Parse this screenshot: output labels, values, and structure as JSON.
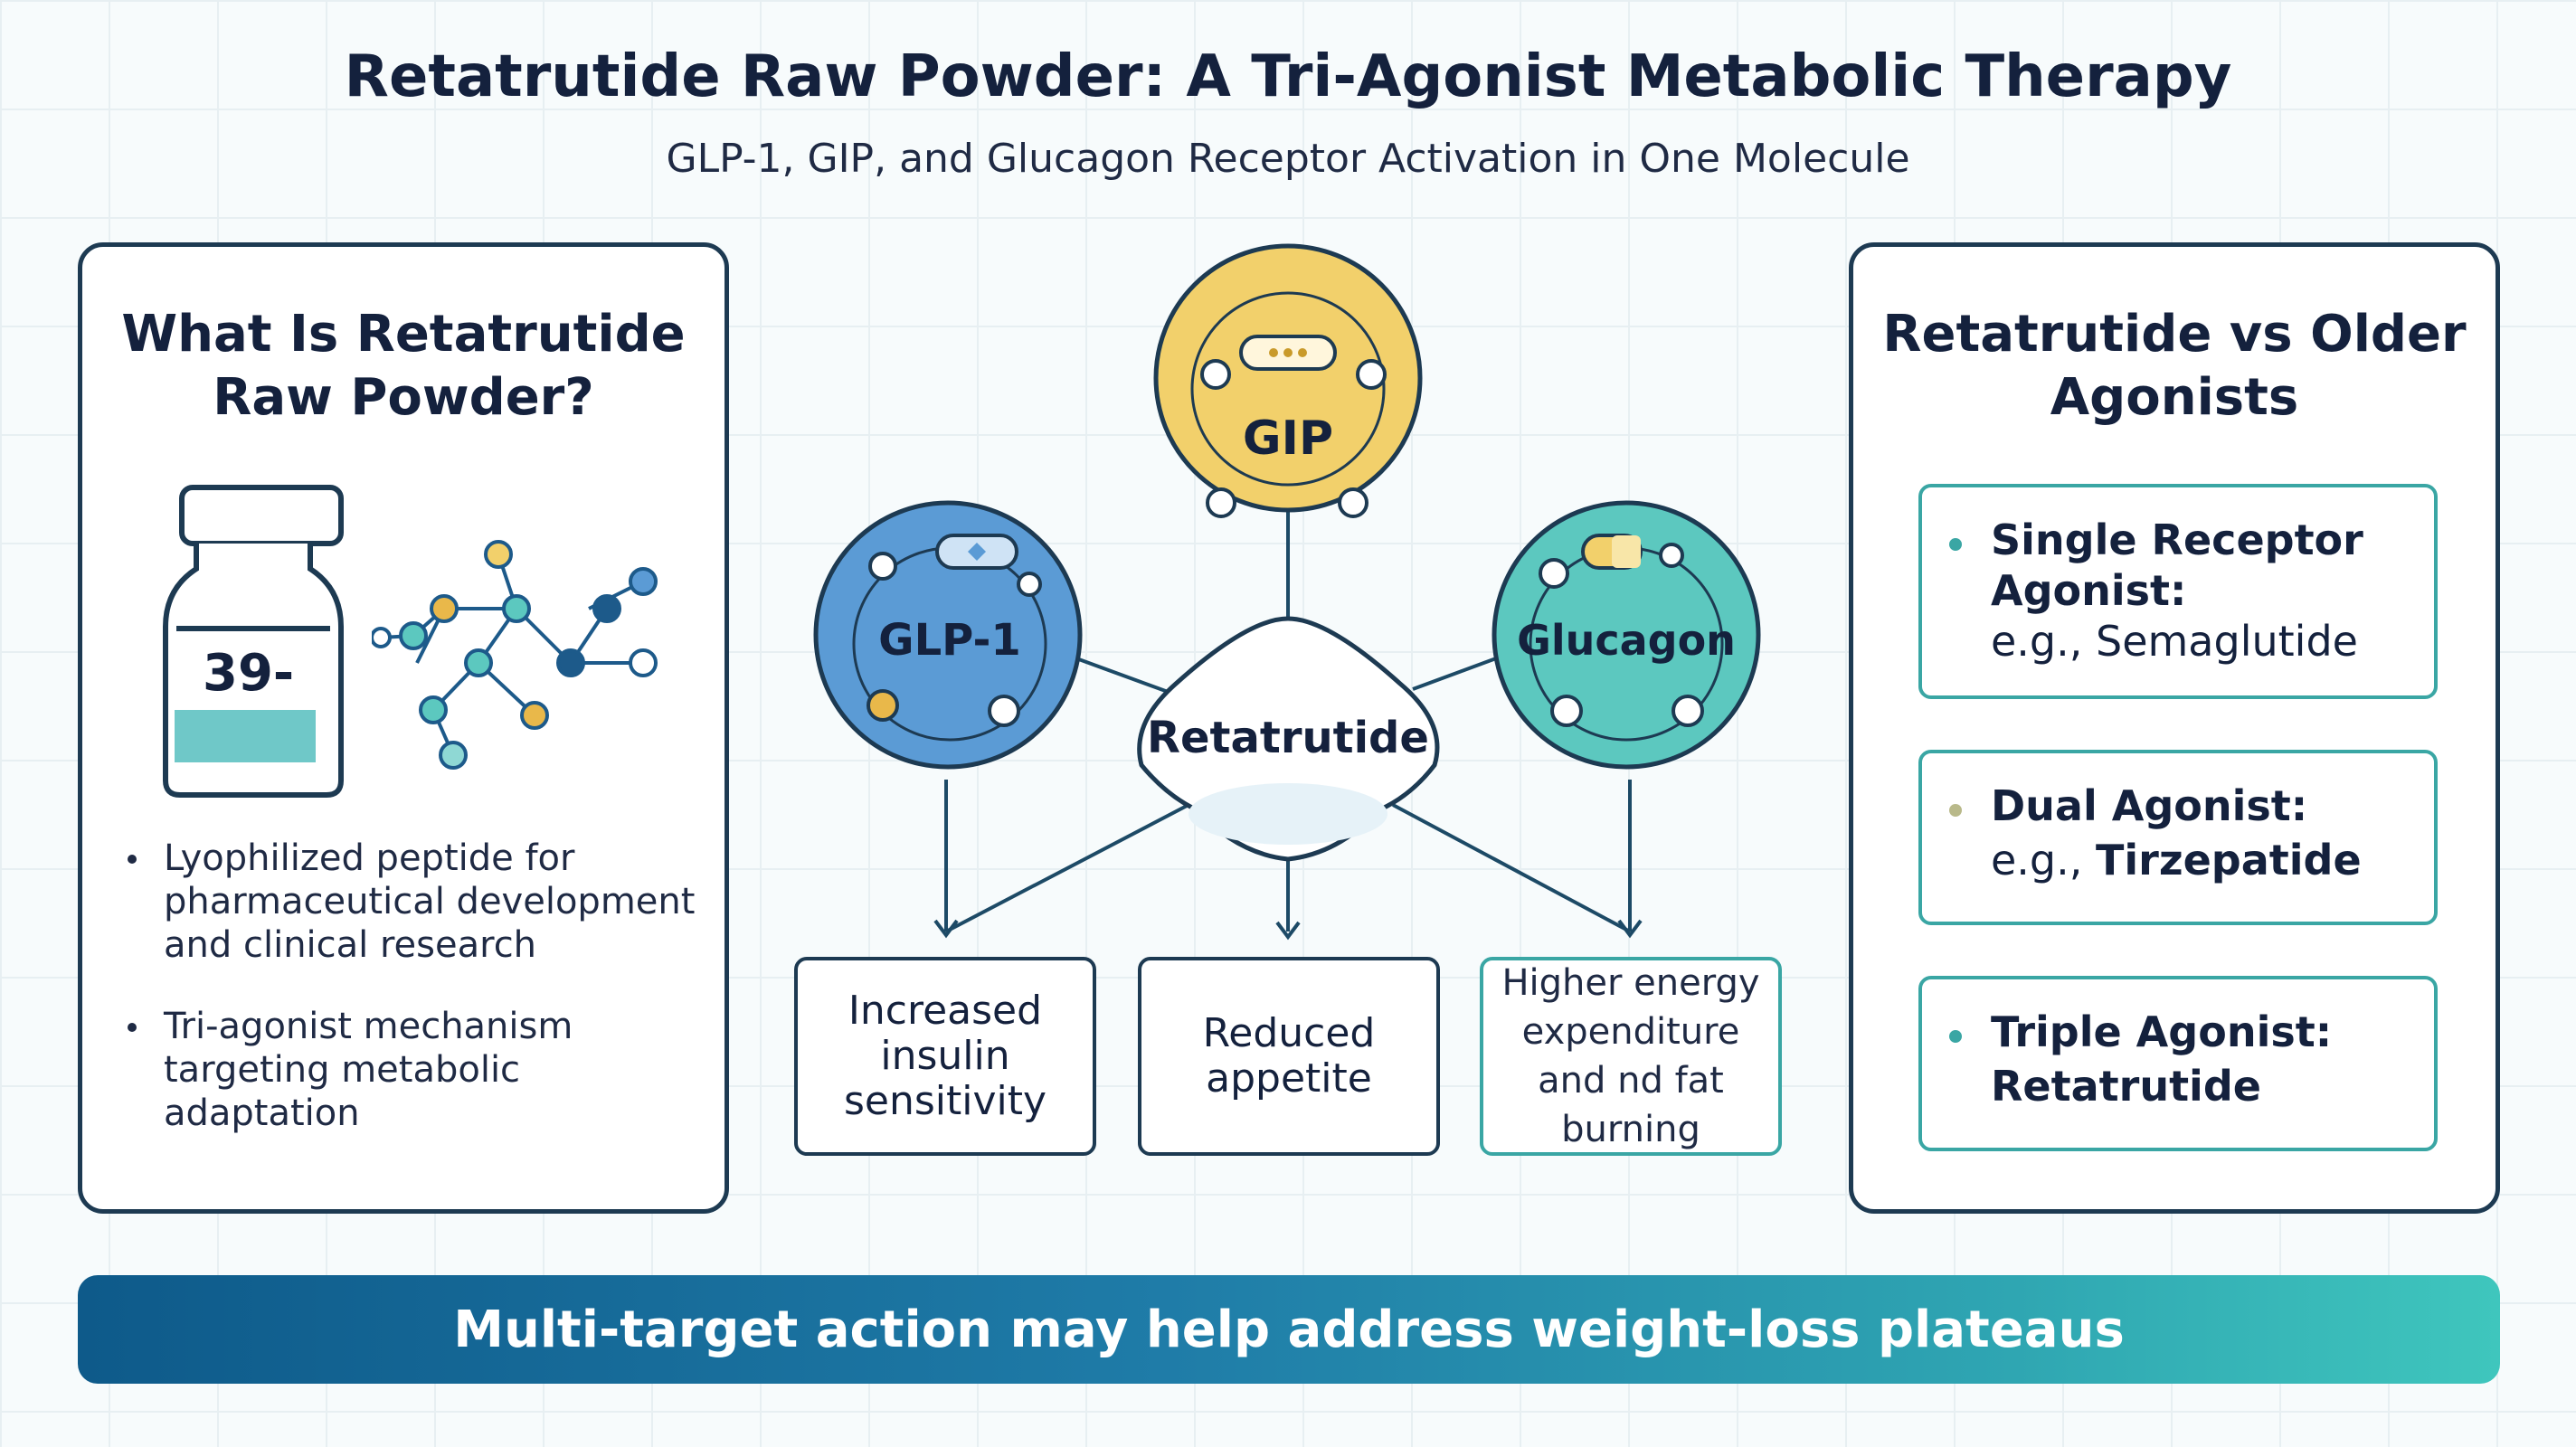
{
  "header": {
    "title": "Retatrutide Raw Powder: A Tri-Agonist Metabolic Therapy",
    "subtitle": "GLP-1, GIP, and Glucagon Receptor Activation in One Molecule"
  },
  "left_panel": {
    "heading_line1": "What Is Retatrutide",
    "heading_line2": "Raw Powder?",
    "vial_label": "39-",
    "bullets": [
      "Lyophilized peptide for pharmaceutical development and clinical research",
      "Tri-agonist mechanism targeting metabolic adaptation"
    ]
  },
  "diagram": {
    "receptors": {
      "glp1": "GLP-1",
      "gip": "GIP",
      "glucagon": "Glucagon"
    },
    "center": "Retatrutide",
    "outcomes": {
      "insulin": "Increased insulin sensitivity",
      "appetite": "Reduced appetite",
      "energy": "Higher energy expenditure and nd fat burning"
    },
    "colors": {
      "glp1": "#5b9bd5",
      "gip": "#f2d06b",
      "glucagon": "#5cc8bf",
      "outline": "#1d3a52",
      "teal": "#3aa6a4"
    }
  },
  "right_panel": {
    "heading_line1": "Retatrutide vs Older",
    "heading_line2": "Agonists",
    "items": [
      {
        "label": "Single Receptor Agonist:",
        "example_prefix": "e.g., ",
        "example": "Semaglutide"
      },
      {
        "label": "Dual Agonist:",
        "example_prefix": "e.g., ",
        "example": "Tirzepatide"
      },
      {
        "label": "Triple Agonist:",
        "example_prefix": "",
        "example": "Retatrutide"
      }
    ]
  },
  "banner": {
    "text": "Multi-target action may help address weight-loss plateaus"
  }
}
